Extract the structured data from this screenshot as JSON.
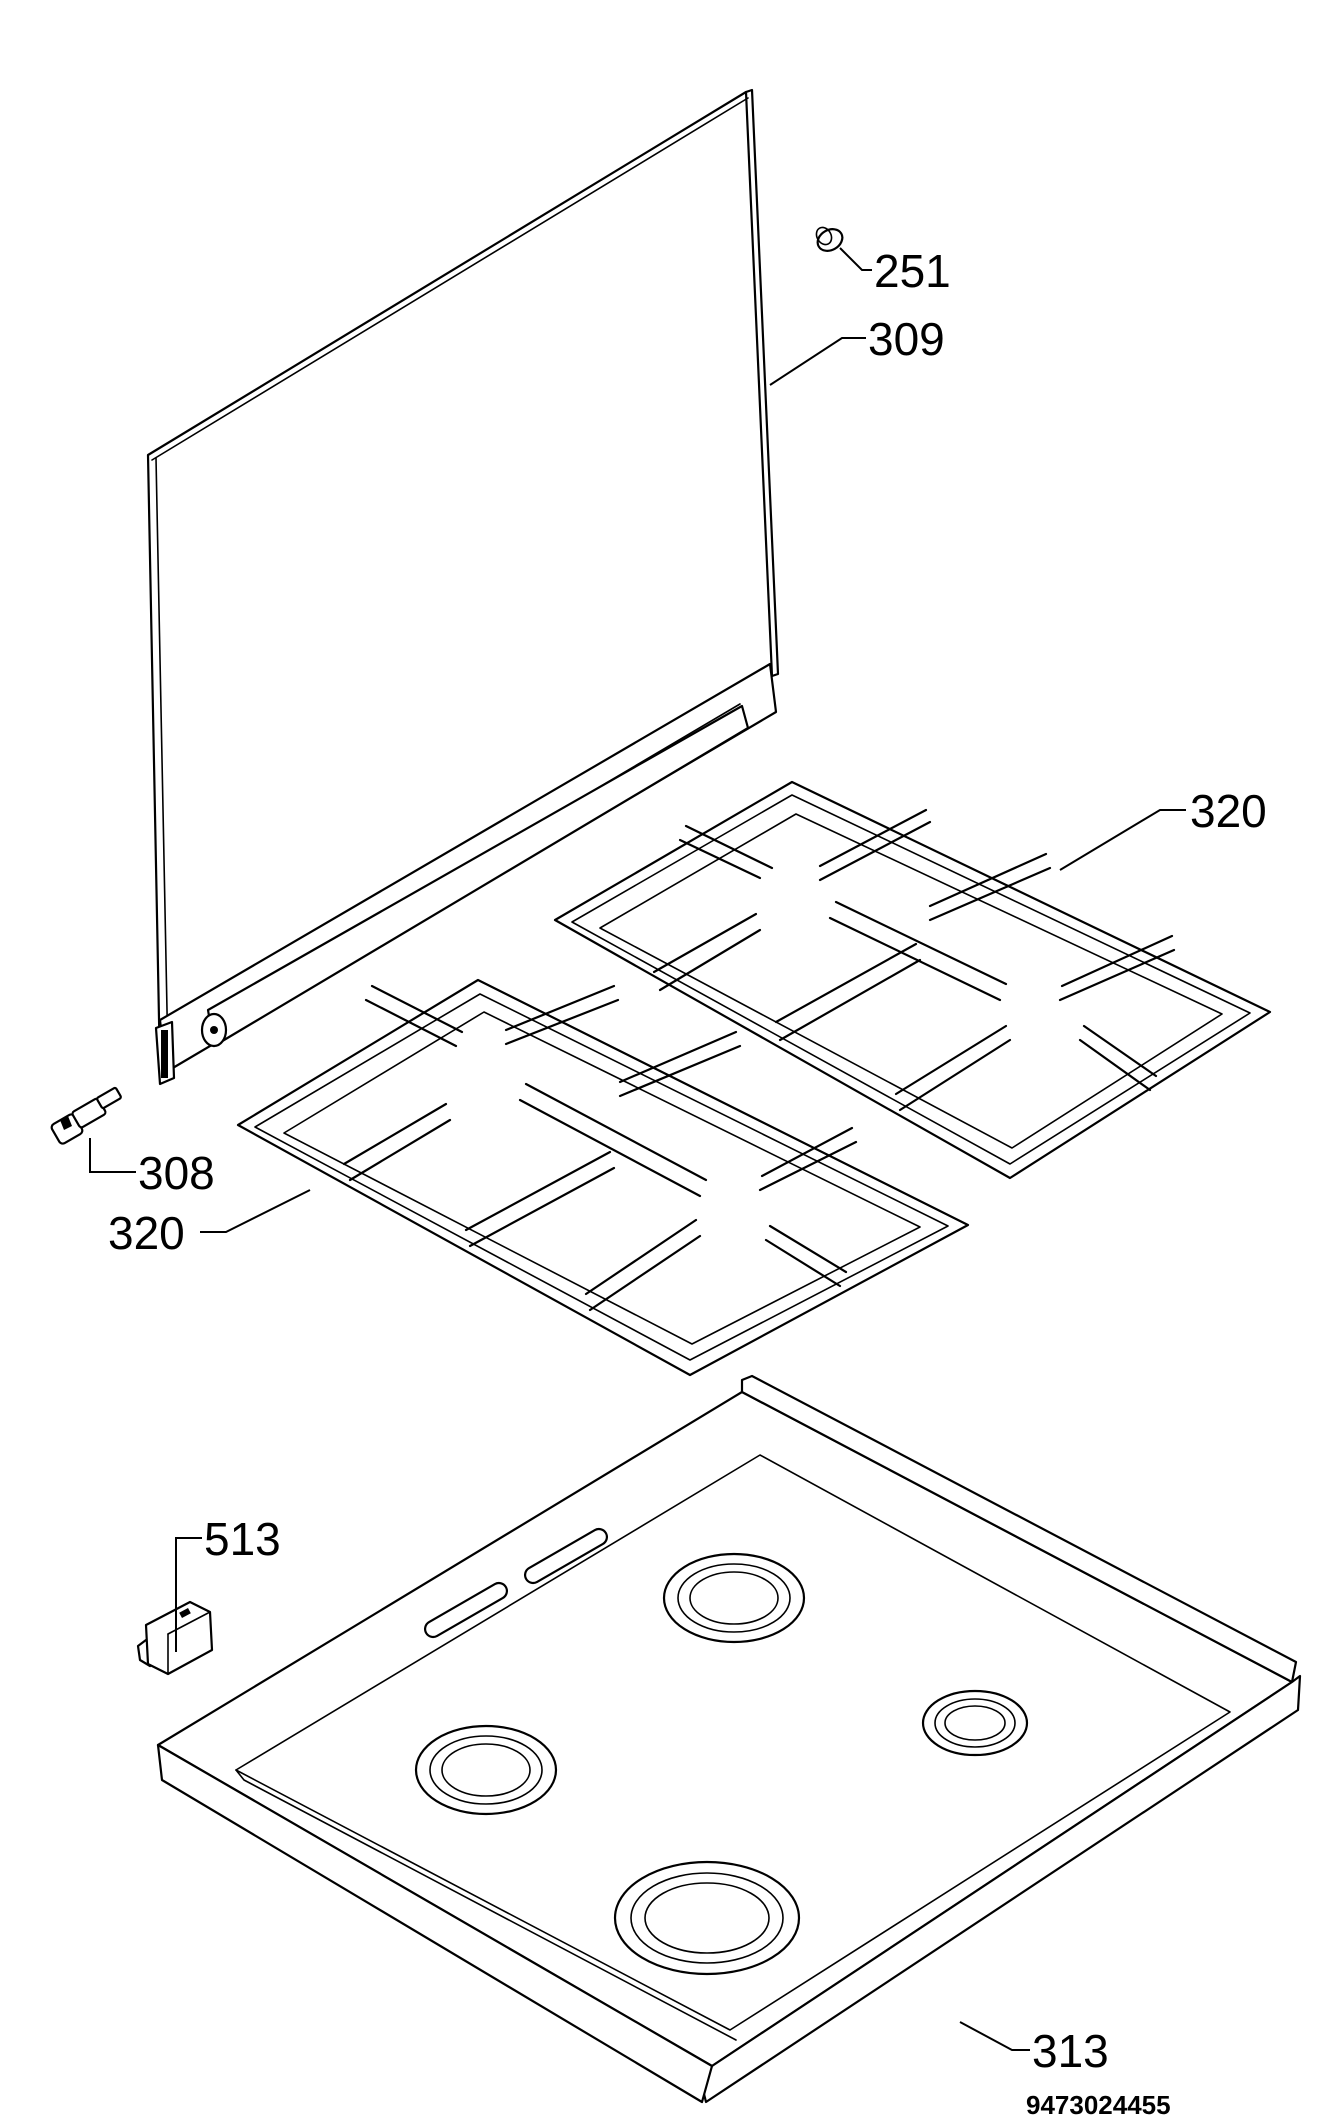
{
  "diagram": {
    "parts": [
      {
        "id": "lbl-251",
        "number": "251"
      },
      {
        "id": "lbl-309",
        "number": "309"
      },
      {
        "id": "lbl-320a",
        "number": "320"
      },
      {
        "id": "lbl-308",
        "number": "308"
      },
      {
        "id": "lbl-320b",
        "number": "320"
      },
      {
        "id": "lbl-513",
        "number": "513"
      },
      {
        "id": "lbl-313",
        "number": "313"
      }
    ],
    "document_code": "9473024455"
  }
}
